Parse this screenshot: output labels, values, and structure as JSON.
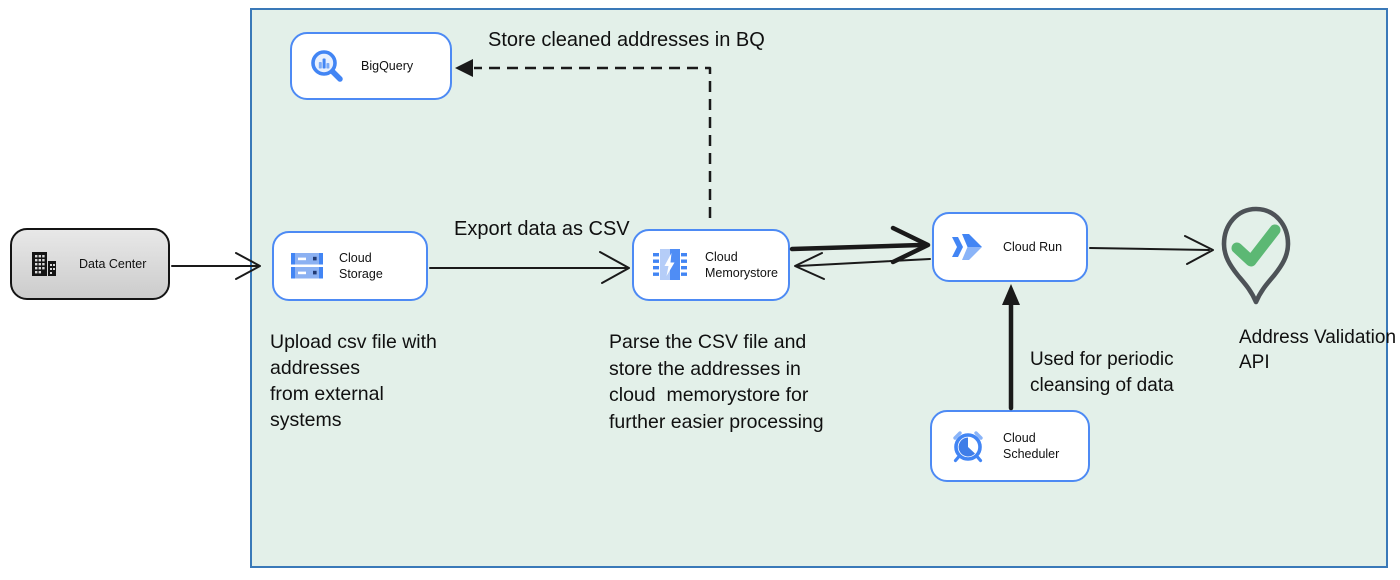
{
  "nodes": {
    "data_center": {
      "label": "Data Center"
    },
    "bigquery": {
      "label": "BigQuery"
    },
    "cloud_storage": {
      "label": "Cloud Storage"
    },
    "cloud_memorystore": {
      "label": "Cloud\nMemorystore"
    },
    "cloud_run": {
      "label": "Cloud Run"
    },
    "cloud_scheduler": {
      "label": "Cloud Scheduler"
    },
    "address_validation_api": {
      "label": "Address Validation\nAPI"
    }
  },
  "annotations": {
    "store_bq": "Store cleaned addresses in BQ",
    "export_csv": "Export data as CSV",
    "upload_note": "Upload csv file with\naddresses\nfrom external\nsystems",
    "parse_note": "Parse the CSV file and\nstore the addresses in\ncloud  memorystore for\nfurther easier processing",
    "periodic_note": "Used for periodic\ncleansing of data"
  },
  "colors": {
    "container_fill": "#e3f0e9",
    "container_border": "#3a79b8",
    "node_border": "#4d8af4",
    "icon_blue": "#4285f4",
    "icon_light_blue": "#8ab4f8",
    "check_green": "#5cb874",
    "pin_outline": "#4d5257",
    "arrow_black": "#1a1a1a",
    "datacenter_fill": "#d9d9d9"
  }
}
